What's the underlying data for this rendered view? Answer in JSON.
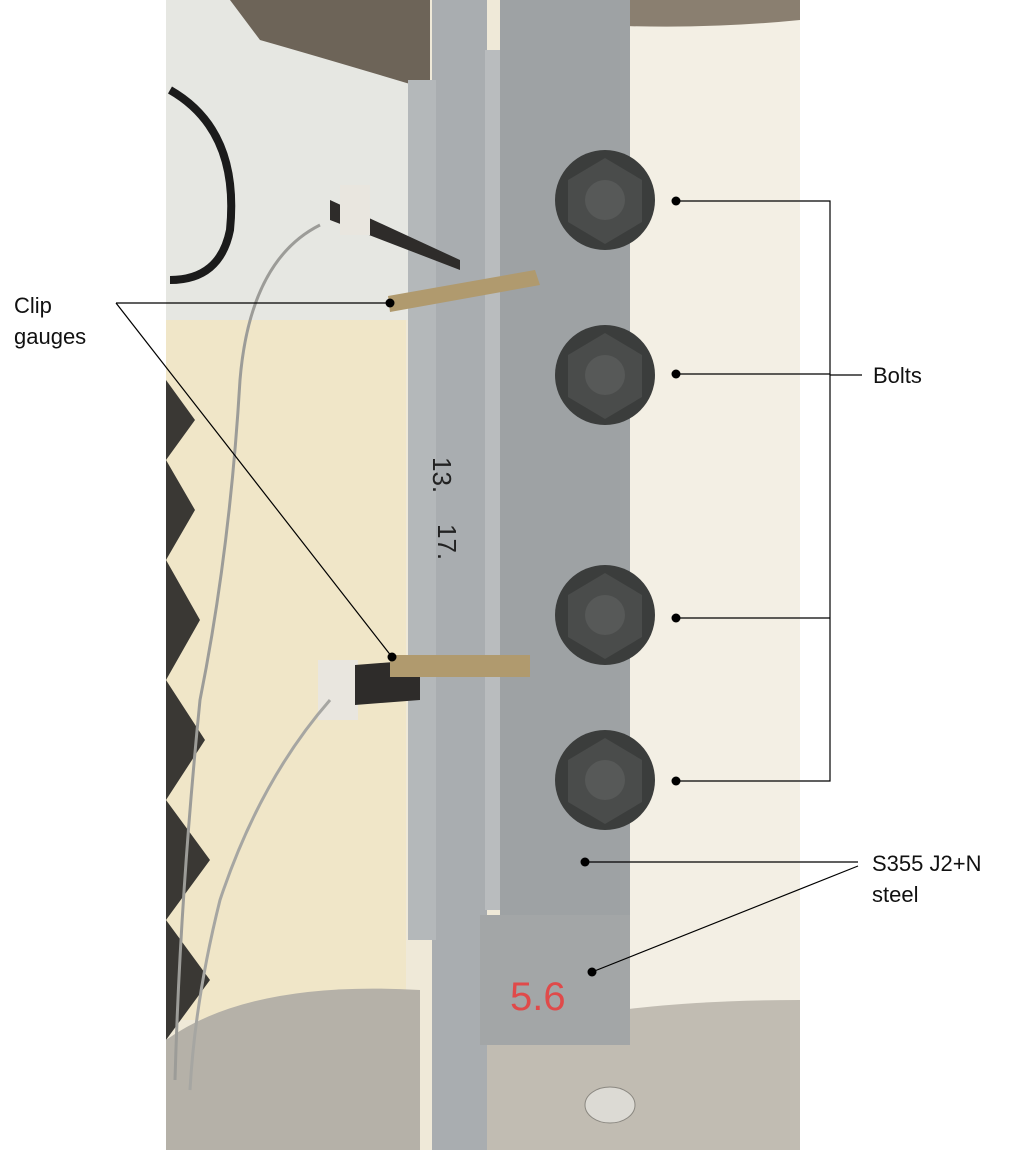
{
  "labels": {
    "clip_gauges_line1": "Clip",
    "clip_gauges_line2": "gauges",
    "bolts": "Bolts",
    "steel_line1": "S355 J2+N",
    "steel_line2": "steel"
  },
  "specimen_markings": {
    "upper": "13.",
    "lower": "17."
  },
  "colors": {
    "background": "#efe9d8",
    "steel": "#a9adb0",
    "plate": "#9ea2a4",
    "bolt": "#3b3d3c",
    "brass": "#b09a6e",
    "leader": "#000000"
  }
}
